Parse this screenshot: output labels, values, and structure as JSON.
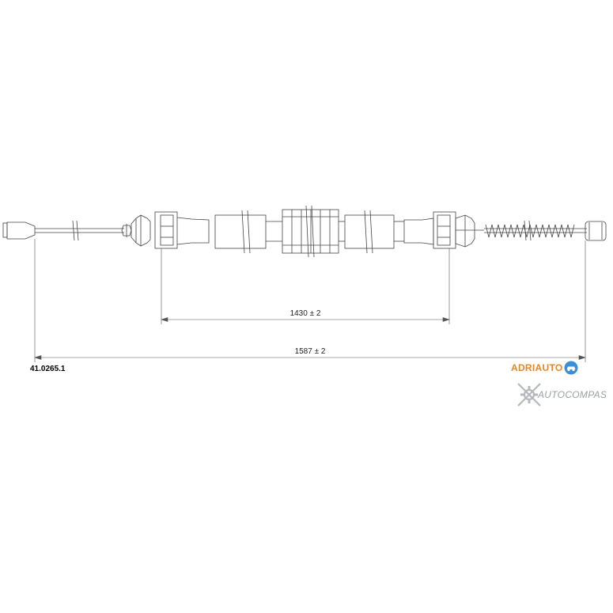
{
  "part_number": "41.0265.1",
  "dimensions": {
    "inner": "1430 ± 2",
    "overall": "1587 ± 2"
  },
  "brand": {
    "name": "ADRIAUTO",
    "color": "#e8871e",
    "icon": "car-logo-icon"
  },
  "watermark": {
    "name": "AUTOCOMPAS",
    "icon": "gear-cross-icon"
  }
}
